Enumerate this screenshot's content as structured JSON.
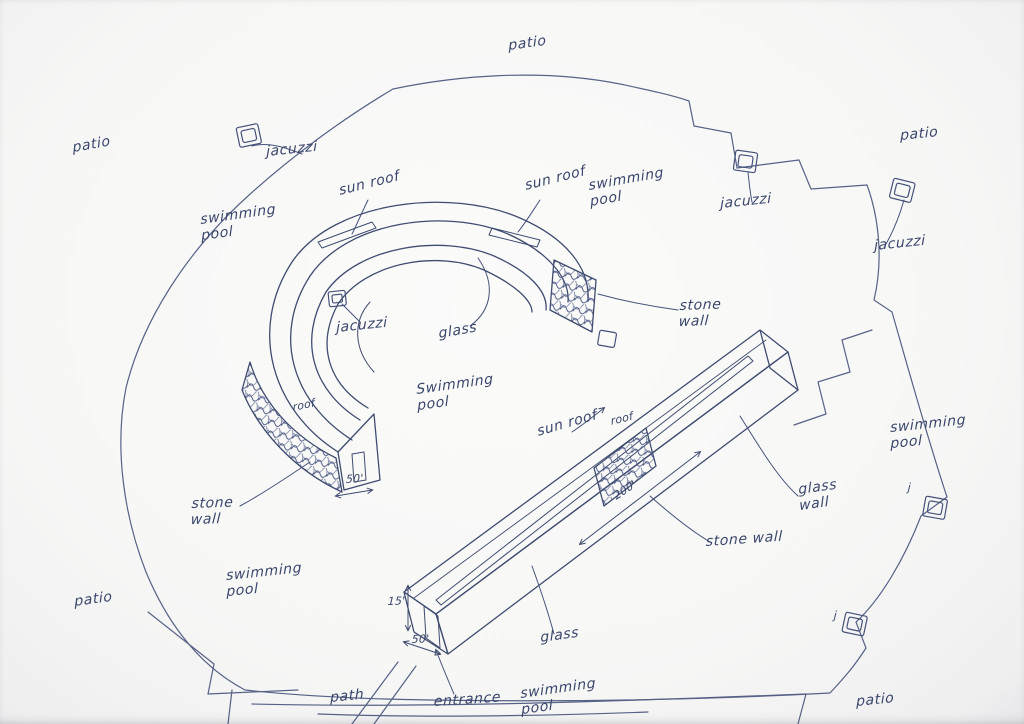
{
  "meta": {
    "title": "Hand-drawn architectural site sketch"
  },
  "labels": {
    "patio_top": "patio",
    "patio_top_left": "patio",
    "patio_top_right": "patio",
    "patio_bottom_left": "patio",
    "patio_bottom_right": "patio",
    "jacuzzi_top_left": "jacuzzi",
    "jacuzzi_top_right": "jacuzzi",
    "jacuzzi_right": "jacuzzi",
    "jacuzzi_center": "jacuzzi",
    "j_right": "j",
    "j_bottom_right": "j",
    "sun_roof_left": "sun roof",
    "sun_roof_mid": "sun roof",
    "sun_roof_long": "sun roof",
    "roof_curved": "roof",
    "roof_long": "roof",
    "glass_center": "glass",
    "glass_bottom": "glass",
    "glass_wall": "glass\nwall",
    "stone_wall_right": "stone\nwall",
    "stone_wall_left": "stone\nwall",
    "stone_wall_bottom": "stone wall",
    "swimming_pool_left": "swimming\npool",
    "swimming_pool_top_right": "swimming\npool",
    "swimming_pool_center": "Swimming\npool",
    "swimming_pool_right": "swimming\npool",
    "swimming_pool_bottom_left": "swimming\npool",
    "swimming_pool_bottom": "swimming\npool",
    "path": "path",
    "entrance": "entrance"
  },
  "dimensions": {
    "long_building_length": "200'",
    "curved_end_width": "50'",
    "entrance_height": "15'",
    "entrance_width": "50'"
  },
  "colors": {
    "ink": "#3f4c70",
    "paper": "#f8f8f7"
  }
}
